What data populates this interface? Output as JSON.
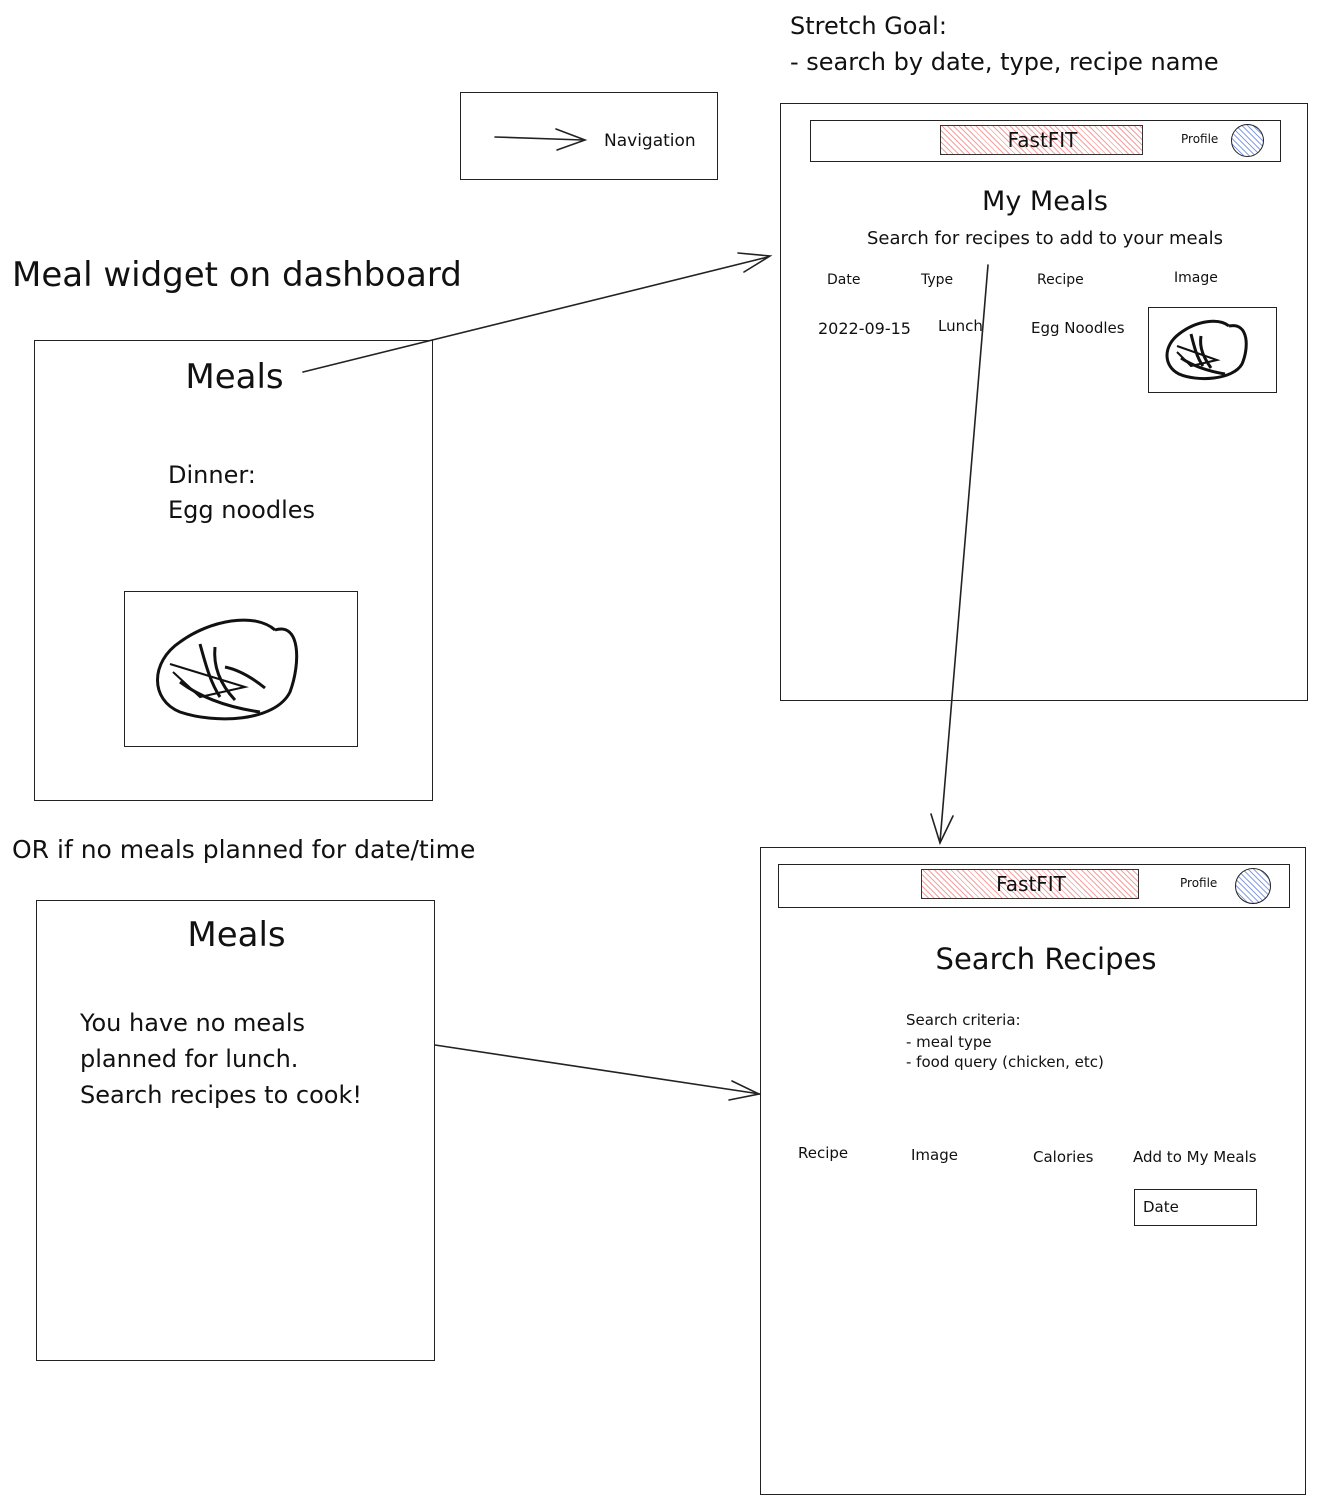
{
  "stretch": {
    "line1": "Stretch Goal:",
    "line2": "- search by date, type, recipe name"
  },
  "legend": {
    "label": "Navigation"
  },
  "dashboard_heading": "Meal widget on dashboard",
  "alt_heading": "OR if no meals planned for date/time",
  "widget_meal": {
    "title": "Meals",
    "line1": "Dinner:",
    "line2": "Egg noodles",
    "image_icon": "food-bowl-sketch"
  },
  "widget_empty": {
    "title": "Meals",
    "line1": "You have no meals",
    "line2": "planned for lunch.",
    "line3": "Search recipes to cook!"
  },
  "my_meals_page": {
    "brand": "FastFIT",
    "profile": "Profile",
    "title": "My Meals",
    "subtitle": "Search for recipes to add to your meals",
    "columns": [
      "Date",
      "Type",
      "Recipe",
      "Image"
    ],
    "rows": [
      {
        "date": "2022-09-15",
        "type": "Lunch",
        "recipe": "Egg Noodles",
        "image_icon": "food-bowl-sketch"
      }
    ]
  },
  "search_page": {
    "brand": "FastFIT",
    "profile": "Profile",
    "title": "Search Recipes",
    "criteria_title": "Search criteria:",
    "criteria": [
      "- meal type",
      "- food query (chicken, etc)"
    ],
    "columns": [
      "Recipe",
      "Image",
      "Calories",
      "Add to My Meals"
    ],
    "date_placeholder": "Date"
  },
  "colors": {
    "brand_hatch": "#f7a1a1",
    "avatar_hatch": "#8aa0e6",
    "stroke": "#222222"
  }
}
